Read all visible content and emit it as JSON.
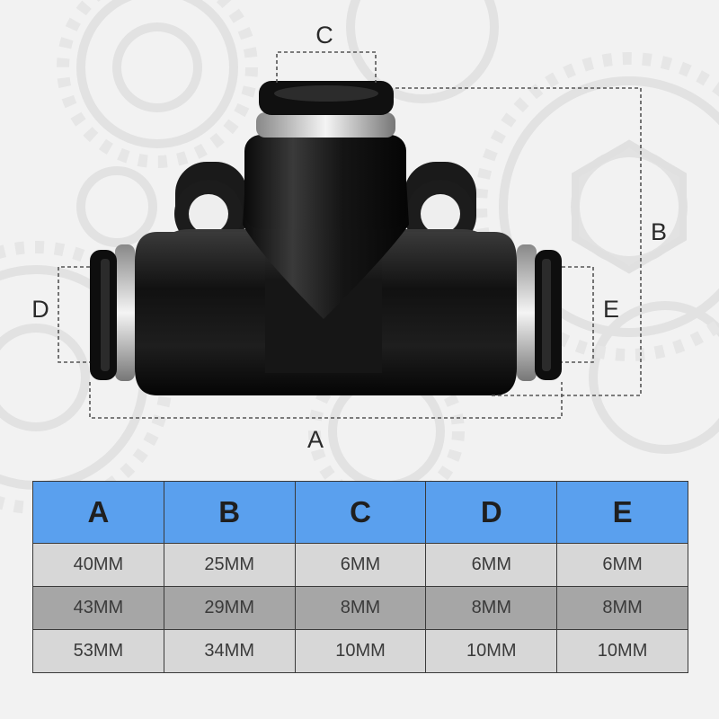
{
  "dimensions": {
    "a_label": "A",
    "b_label": "B",
    "c_label": "C",
    "d_label": "D",
    "e_label": "E"
  },
  "table": {
    "headers": [
      "A",
      "B",
      "C",
      "D",
      "E"
    ],
    "rows": [
      [
        "40MM",
        "25MM",
        "6MM",
        "6MM",
        "6MM"
      ],
      [
        "43MM",
        "29MM",
        "8MM",
        "8MM",
        "8MM"
      ],
      [
        "53MM",
        "34MM",
        "10MM",
        "10MM",
        "10MM"
      ]
    ],
    "header_color": "#5aa0ee",
    "row_colors": [
      "#d7d7d7",
      "#a6a6a6",
      "#d7d7d7"
    ]
  },
  "product": {
    "description_icon": "tee-push-fitting-icon",
    "body_color": "#161616",
    "ring_color": "#c8c8c8"
  }
}
